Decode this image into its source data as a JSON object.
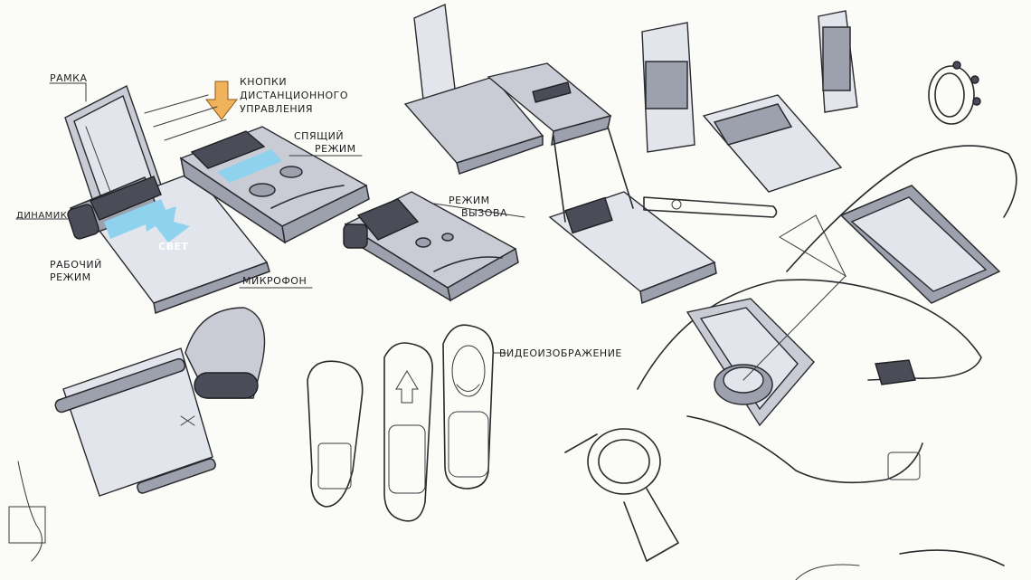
{
  "labels": {
    "frame": "рамка",
    "buttons_line1": "кнопки",
    "buttons_line2": "дистанционного",
    "buttons_line3": "управления",
    "sleep_line1": "спящий",
    "sleep_line2": "режим",
    "speaker": "динамик",
    "light": "свет",
    "work_line1": "рабочий",
    "work_line2": "режим",
    "mic": "микрофон",
    "call_line1": "режим",
    "call_line2": "вызова",
    "video": "видеоизображение"
  },
  "colors": {
    "accent_blue": "#8fd2ee",
    "accent_orange": "#f0b25a",
    "marker_grey": "#9da1ad",
    "ink": "#2a2a2e"
  }
}
